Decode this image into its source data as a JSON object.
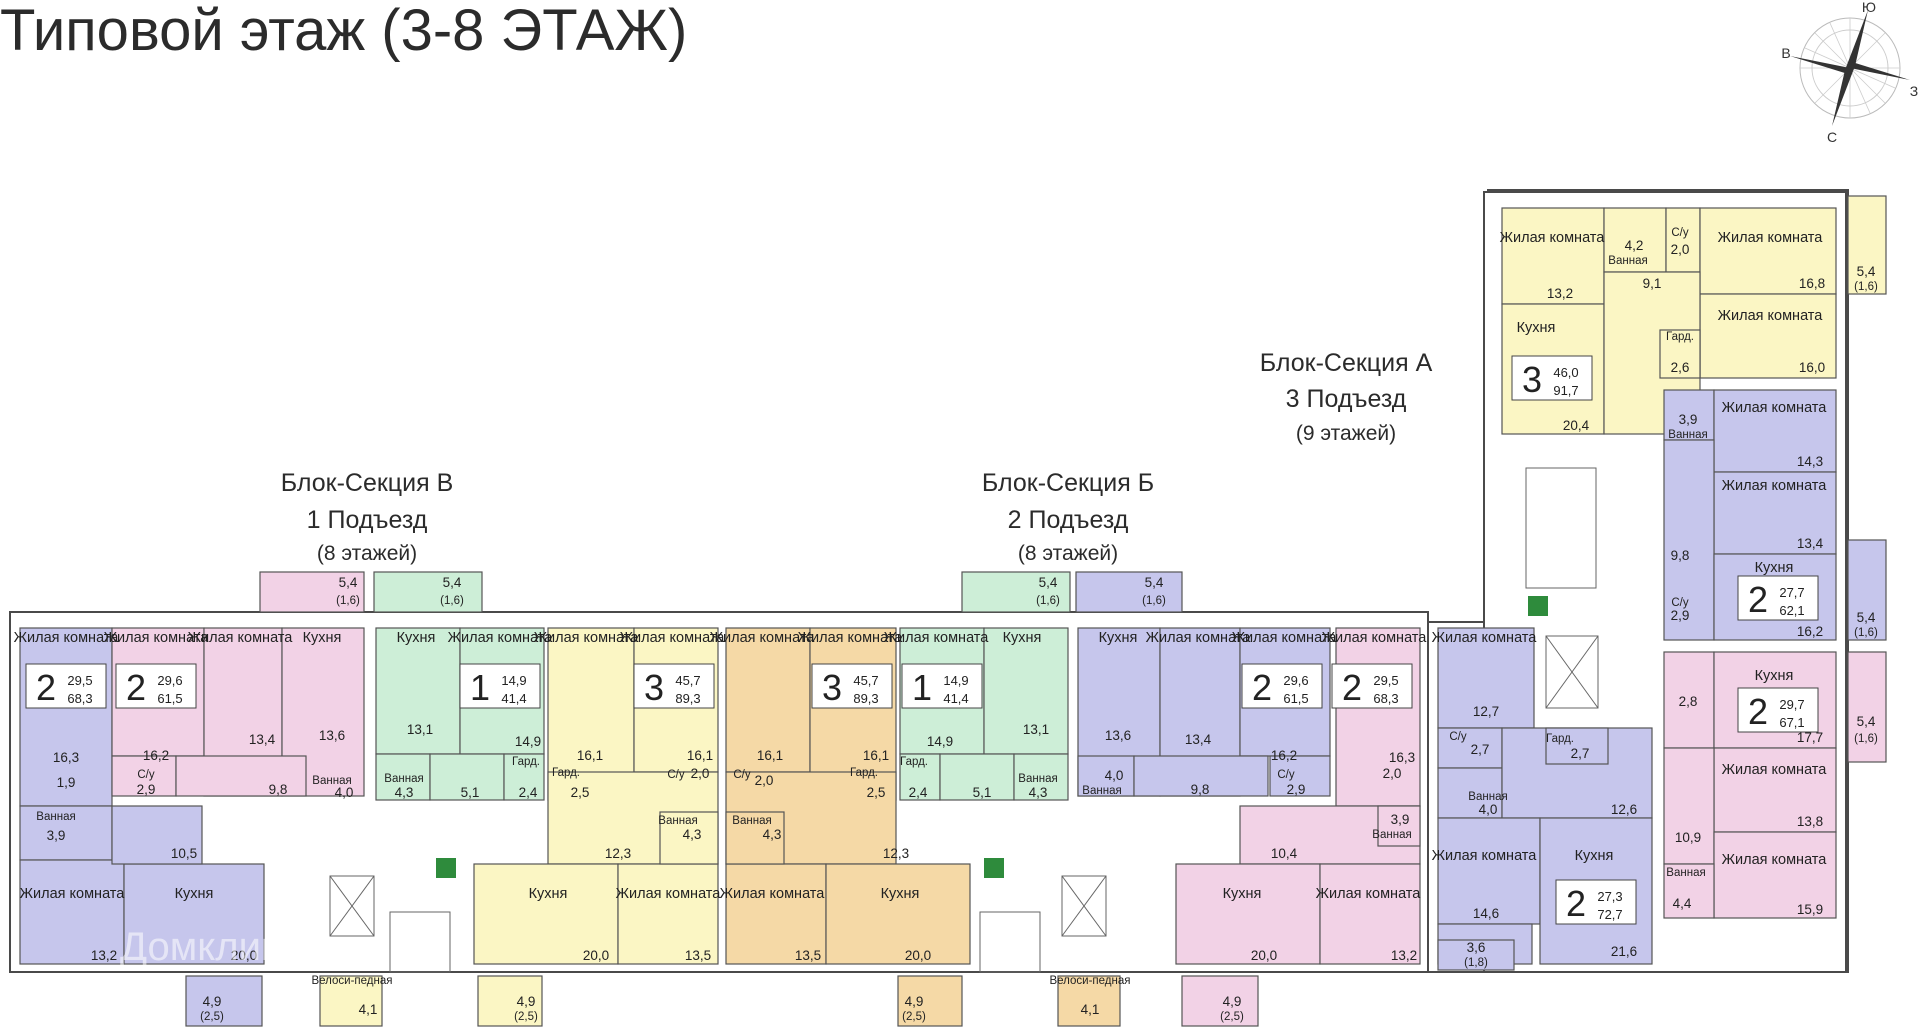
{
  "title": "Типовой этаж (3-8 ЭТАЖ)",
  "compass": {
    "n": "Ю",
    "w": "В",
    "e": "З",
    "s": "С"
  },
  "sections": [
    {
      "line1": "Блок-Секция А",
      "line2": "3 Подъезд",
      "line3": "(9 этажей)"
    },
    {
      "line1": "Блок-Секция В",
      "line2": "1 Подъезд",
      "line3": "(8 этажей)"
    },
    {
      "line1": "Блок-Секция Б",
      "line2": "2 Подъезд",
      "line3": "(8 этажей)"
    }
  ],
  "colors": {
    "blue": "#c6c6ec",
    "pink": "#f2d2e6",
    "green": "#cdeed7",
    "yellow": "#fbf6c4",
    "orange": "#f5d9a6",
    "corridor": "#ffffff"
  },
  "units": [
    {
      "rooms": "2",
      "living": "29,5",
      "total": "68,3"
    },
    {
      "rooms": "2",
      "living": "29,6",
      "total": "61,5"
    },
    {
      "rooms": "1",
      "living": "14,9",
      "total": "41,4"
    },
    {
      "rooms": "3",
      "living": "45,7",
      "total": "89,3"
    },
    {
      "rooms": "3",
      "living": "45,7",
      "total": "89,3"
    },
    {
      "rooms": "1",
      "living": "14,9",
      "total": "41,4"
    },
    {
      "rooms": "2",
      "living": "29,6",
      "total": "61,5"
    },
    {
      "rooms": "2",
      "living": "29,5",
      "total": "68,3"
    },
    {
      "rooms": "3",
      "living": "46,0",
      "total": "91,7"
    },
    {
      "rooms": "2",
      "living": "27,7",
      "total": "62,1"
    },
    {
      "rooms": "2",
      "living": "29,7",
      "total": "67,1"
    },
    {
      "rooms": "2",
      "living": "27,3",
      "total": "72,7"
    }
  ],
  "labels": {
    "living_room": "Жилая комната",
    "kitchen": "Кухня",
    "bath": "Ванная",
    "wc": "С/у",
    "closet": "Гард.",
    "bike": "Велоси-педная"
  },
  "areas": {
    "a1": "29,5",
    "a2": "68,3",
    "r_16_3": "16,3",
    "r_1_9": "1,9",
    "r_3_9": "3,9",
    "r_10_5": "10,5",
    "r_13_2": "13,2",
    "r_20_0": "20,0",
    "r_16_2": "16,2",
    "r_2_9": "2,9",
    "r_13_4": "13,4",
    "r_13_6": "13,6",
    "r_9_8": "9,8",
    "r_4_0": "4,0",
    "r_13_1": "13,1",
    "r_14_9": "14,9",
    "r_4_3": "4,3",
    "r_5_1": "5,1",
    "r_2_4": "2,4",
    "r_16_1": "16,1",
    "r_2_5": "2,5",
    "r_2_0": "2,0",
    "r_12_3": "12,3",
    "r_13_5": "13,5",
    "r_10_4": "10,4",
    "r_12_7": "12,7",
    "r_2_7": "2,7",
    "r_12_6": "12,6",
    "r_14_6": "14,6",
    "r_21_6": "21,6",
    "r_13_2b": "13,2",
    "r_4_2": "4,2",
    "r_9_1": "9,1",
    "r_16_8": "16,8",
    "r_16_0": "16,0",
    "r_2_6": "2,6",
    "r_20_4": "20,4",
    "r_14_3": "14,3",
    "r_13_4b": "13,4",
    "r_9_8b": "9,8",
    "r_16_2b": "16,2",
    "r_17_7": "17,7",
    "r_13_8": "13,8",
    "r_10_9": "10,9",
    "r_15_9": "15,9",
    "r_4_4": "4,4",
    "r_2_8": "2,8",
    "bal_54": "5,4",
    "bal_16": "(1,6)",
    "bal_49": "4,9",
    "bal_25": "(2,5)",
    "bal_36": "3,6",
    "bal_18": "(1,8)",
    "bike_41": "4,1"
  },
  "watermark": "Домклик"
}
